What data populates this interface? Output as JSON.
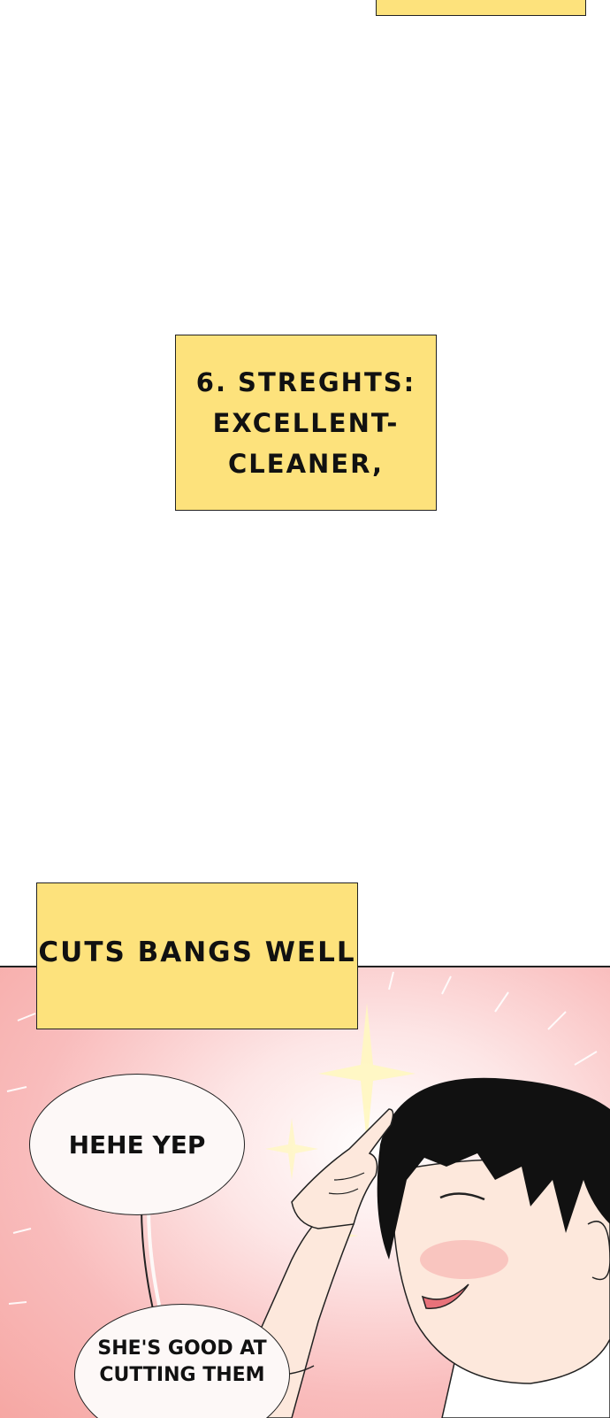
{
  "captions": {
    "strengths_lines": [
      "6. STREGHTS:",
      "EXCELLENT-",
      "CLEANER,"
    ],
    "bangs": "CUTS BANGS WELL"
  },
  "bubbles": {
    "hehe": "HEHE YEP",
    "shes_lines": [
      "SHE'S GOOD AT",
      "CUTTING THEM"
    ]
  },
  "colors": {
    "caption_yellow": "#fde27c",
    "panel_pink": "#f6a7a3",
    "hair": "#111111",
    "skin": "#fde8dc"
  }
}
